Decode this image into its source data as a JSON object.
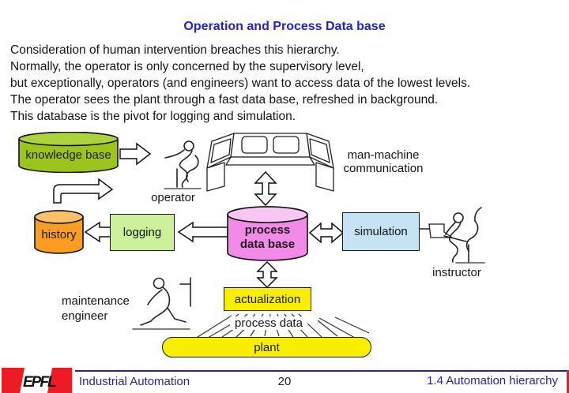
{
  "slide": {
    "title": "Operation and Process Data base",
    "body_lines": [
      "Consideration of human intervention breaches this hierarchy.",
      "Normally, the operator is only concerned by the supervisory level,",
      "but exceptionally, operators (and engineers) want to access data of the lowest levels.",
      "The operator sees the plant through a fast data base, refreshed in background.",
      "This database is the pivot for logging and simulation."
    ]
  },
  "diagram": {
    "knowledge_base_label": "knowledge base",
    "operator_label": "operator",
    "man_machine_line1": "man-machine",
    "man_machine_line2": "communication",
    "history_label": "history",
    "logging_label": "logging",
    "process_db_line1": "process",
    "process_db_line2": "data base",
    "simulation_label": "simulation",
    "instructor_label": "instructor",
    "maintenance_line1": "maintenance",
    "maintenance_line2": "engineer",
    "actualization_label": "actualization",
    "process_data_label": "process data",
    "plant_label": "plant",
    "icons": {
      "operator_figure": "person-seated-icon",
      "instructor_figure": "person-seated-with-laptop-icon",
      "maintenance_figure": "person-kneeling-icon",
      "console_figure": "control-console-icon"
    }
  },
  "footer": {
    "logo_text": "EPFL",
    "course_title": "Industrial Automation",
    "page_number": "20",
    "section_title": "1.4 Automation hierarchy"
  },
  "colors": {
    "title_blue": "#2222cc",
    "footer_blue": "#26269a",
    "logo_red": "#ed1c24",
    "knowledge_green": "#9cc41d",
    "knowledge_green_top": "#abd43c",
    "history_orange": "#fb9d23",
    "history_orange_top": "#fcc067",
    "process_pink": "#f18be7",
    "process_pink_top": "#f8c6f2",
    "logging_green": "#ccf09c",
    "simulation_blue": "#c6e3f4",
    "yellow": "#f8ee00"
  }
}
